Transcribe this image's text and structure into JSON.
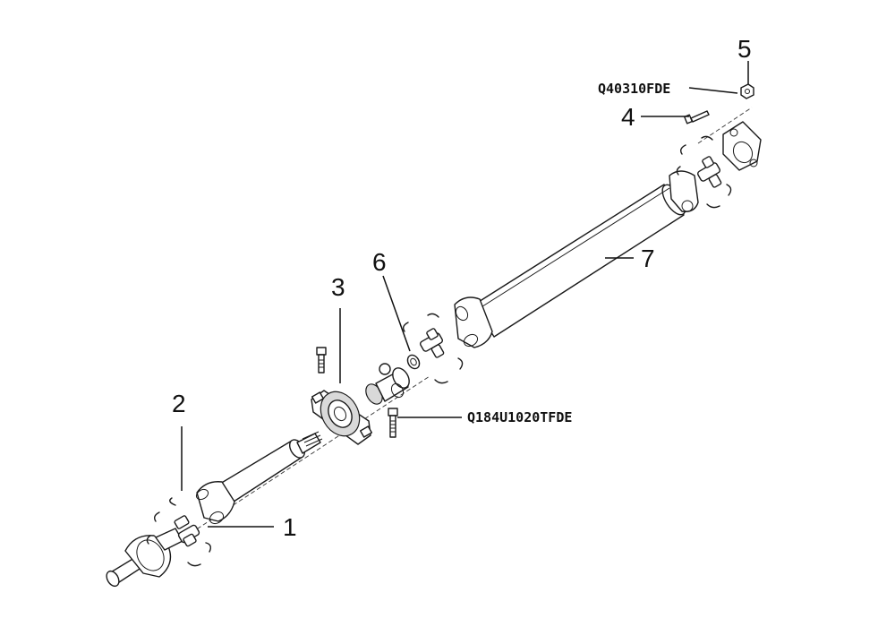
{
  "callouts": {
    "c1": "1",
    "c2": "2",
    "c3": "3",
    "c4": "4",
    "c5": "5",
    "c6": "6",
    "c7": "7"
  },
  "part_codes": {
    "nut": "Q40310FDE",
    "bolt": "Q184U1020TFDE"
  },
  "icons": {
    "shaft": "propeller-shaft-icon",
    "bearing": "center-bearing-icon",
    "ujoint": "universal-joint-icon"
  }
}
